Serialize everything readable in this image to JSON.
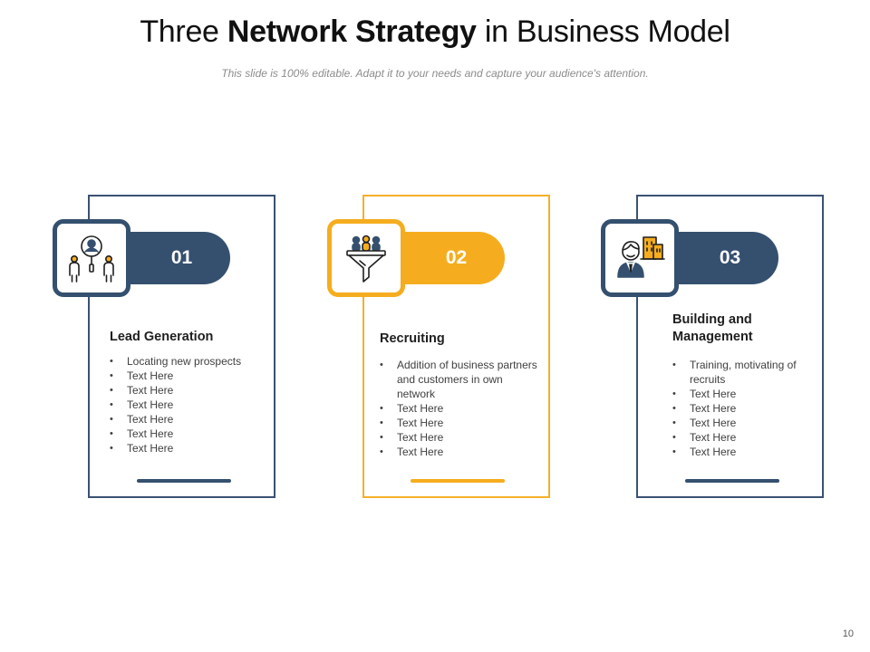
{
  "header": {
    "title_prefix": "Three",
    "title_bold": "Network Strategy",
    "title_suffix": "in Business Model",
    "subtitle": "This slide is 100% editable. Adapt it to your needs and capture your audience's attention."
  },
  "cards": [
    {
      "number": "01",
      "title": "Lead Generation",
      "icon": "lead-generation-icon",
      "accent": "#35506f",
      "bullets": [
        "Locating new prospects",
        "Text Here",
        "Text Here",
        "Text Here",
        "Text Here",
        "Text Here",
        "Text Here"
      ]
    },
    {
      "number": "02",
      "title": "Recruiting",
      "icon": "funnel-people-icon",
      "accent": "#f5ad1f",
      "bullets": [
        "Addition of business partners and customers in own network",
        "Text Here",
        "Text Here",
        "Text Here",
        "Text Here"
      ]
    },
    {
      "number": "03",
      "title": "Building and Management",
      "icon": "businessman-building-icon",
      "accent": "#35506f",
      "bullets": [
        "Training, motivating of recruits",
        "Text Here",
        "Text Here",
        "Text Here",
        "Text Here",
        "Text Here"
      ]
    }
  ],
  "footer": {
    "page_number": "10"
  }
}
